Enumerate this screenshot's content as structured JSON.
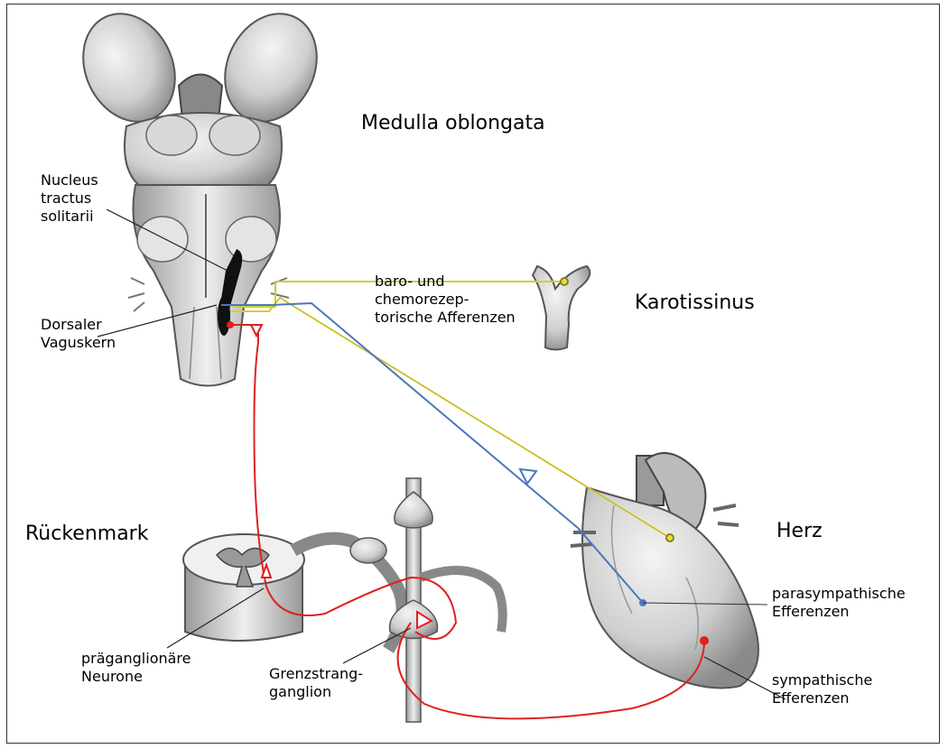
{
  "labels": {
    "medulla": "Medulla oblongata",
    "nts": "Nucleus\ntractus\nsolitarii",
    "dvk": "Dorsaler\nVaguskern",
    "afferent": "baro- und\nchemorezep-\ntorische Afferenzen",
    "karotis": "Karotissinus",
    "rueckenmark": "Rückenmark",
    "herz": "Herz",
    "parasym": "parasympathische\nEfferenzen",
    "sym": "sympathische\nEfferenzen",
    "praeg": "präganglionäre\nNeurone",
    "grenz": "Grenzstrang-\nganglion"
  },
  "colors": {
    "afferent": "#e8e03a",
    "parasympathetic": "#4a78b8",
    "sympathetic": "#e02020",
    "tissue": "#d9d9d9",
    "outline": "#555555"
  }
}
